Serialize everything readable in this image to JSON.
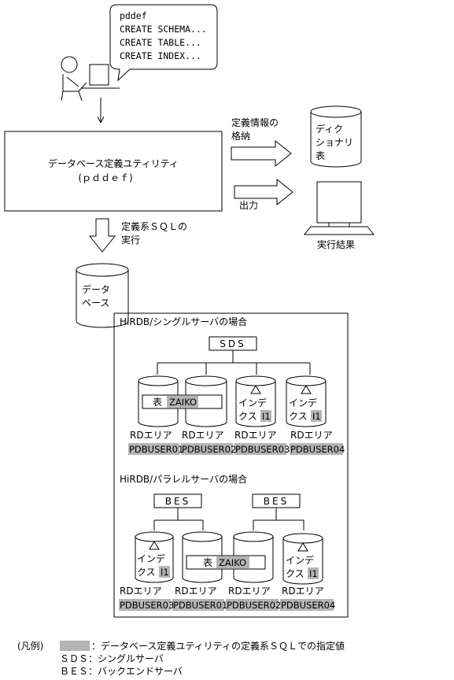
{
  "speech_bubble": {
    "lines": [
      "pddef",
      "CREATE SCHEMA...",
      "CREATE TABLE...",
      "CREATE INDEX..."
    ]
  },
  "utility_box": {
    "line1": "データベース定義ユティリティ",
    "line2": "(ｐｄｄｅｆ)"
  },
  "arrow_labels": {
    "dictionary_line1": "定義情報の",
    "dictionary_line2": "格納",
    "output": "出力",
    "sql_line1": "定義系ＳＱＬの",
    "sql_line2": "実行"
  },
  "dictionary": {
    "line1": "ディク",
    "line2": "ショナリ",
    "line3": "表"
  },
  "terminal_label": "実行結果",
  "database": {
    "line1": "データ",
    "line2": "ベース"
  },
  "single_server": {
    "title": "HiRDB/シングルサーバの場合",
    "server": "SDS",
    "disks": [
      {
        "rd_label": "RDエリア",
        "area": "PDBUSER01"
      },
      {
        "rd_label": "RDエリア",
        "area": "PDBUSER02"
      },
      {
        "rd_label": "RDエリア",
        "area": "PDBUSER03"
      },
      {
        "rd_label": "RDエリア",
        "area": "PDBUSER04"
      }
    ],
    "table": {
      "prefix": "表",
      "name": "ZAIKO"
    },
    "index_a": {
      "line1": "インデ",
      "line2": "クス",
      "id": "I1"
    },
    "index_b": {
      "line1": "インデ",
      "line2": "クス",
      "id": "I1"
    }
  },
  "parallel_server": {
    "title": "HiRDB/パラレルサーバの場合",
    "servers": [
      "BES",
      "BES"
    ],
    "disks": [
      {
        "rd_label": "RDエリア",
        "area": "PDBUSER03"
      },
      {
        "rd_label": "RDエリア",
        "area": "PDBUSER01"
      },
      {
        "rd_label": "RDエリア",
        "area": "PDBUSER02"
      },
      {
        "rd_label": "RDエリア",
        "area": "PDBUSER04"
      }
    ],
    "table": {
      "prefix": "表",
      "name": "ZAIKO"
    },
    "index_a": {
      "line1": "インデ",
      "line2": "クス",
      "id": "I1"
    },
    "index_b": {
      "line1": "インデ",
      "line2": "クス",
      "id": "I1"
    }
  },
  "legend": {
    "title": "(凡例)",
    "highlight_desc": "：データベース定義ユティリティの定義系ＳＱＬでの指定値",
    "sds_desc": "ＳＤＳ：シングルサーバ",
    "bes_desc": "ＢＥＳ：バックエンドサーバ"
  },
  "colors": {
    "highlight": "#b4b4b4",
    "line": "#000000",
    "background": "#ffffff"
  }
}
